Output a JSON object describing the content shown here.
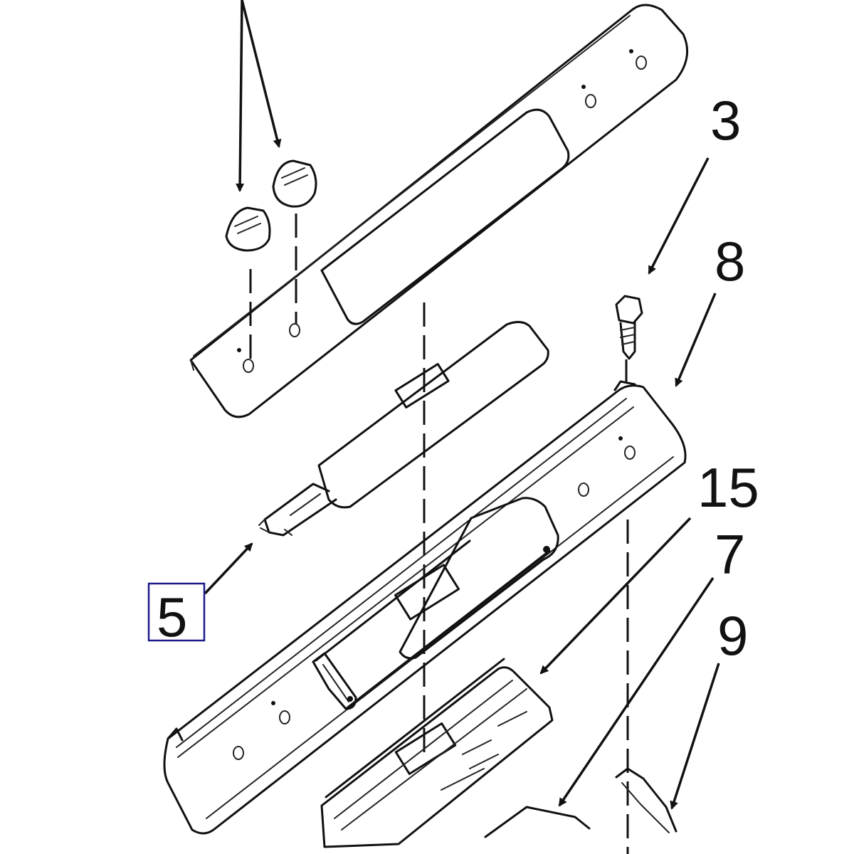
{
  "callouts": {
    "label_3": "3",
    "label_8": "8",
    "label_15": "15",
    "label_7": "7",
    "label_9": "9",
    "label_5": "5"
  },
  "colors": {
    "line": "#111111",
    "selection_box": "#1b1b8a",
    "background": "#ffffff"
  }
}
